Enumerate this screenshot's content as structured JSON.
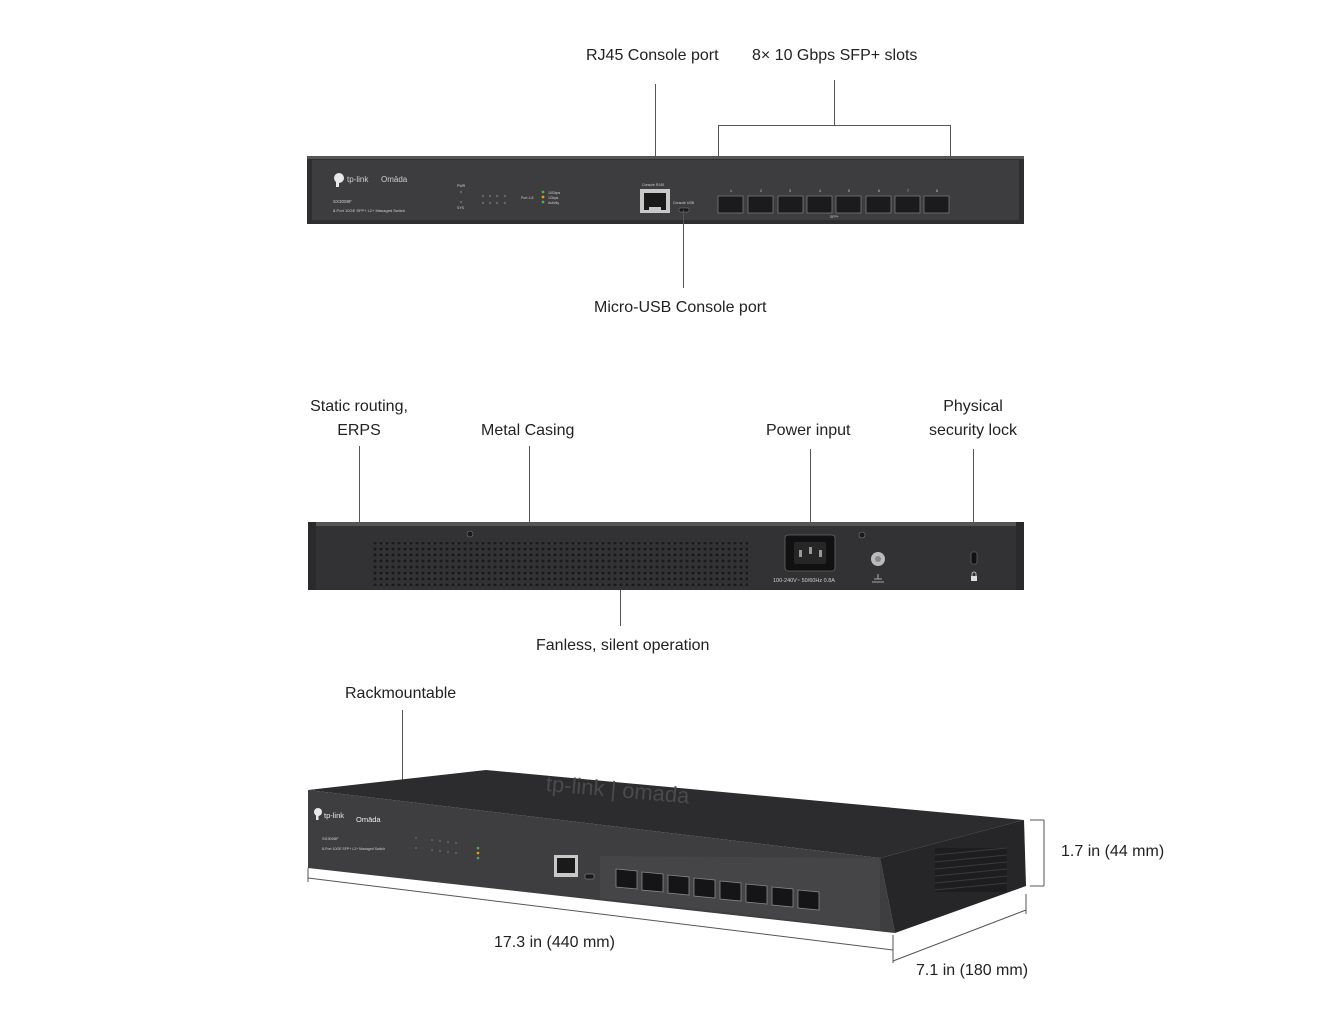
{
  "labels": {
    "rj45_console": "RJ45 Console port",
    "sfp_slots": "8× 10 Gbps SFP+ slots",
    "micro_usb": "Micro-USB Console port",
    "static_routing_line1": "Static routing,",
    "static_routing_line2": "ERPS",
    "metal_casing": "Metal Casing",
    "power_input": "Power input",
    "security_lock_line1": "Physical",
    "security_lock_line2": "security lock",
    "fanless": "Fanless, silent operation",
    "rackmountable": "Rackmountable",
    "height": "1.7 in (44 mm)",
    "width": "17.3 in (440 mm)",
    "depth": "7.1 in (180 mm)"
  },
  "device": {
    "brand": "tp-link",
    "sub_brand": "Omāda",
    "model": "SX3008F",
    "description": "8-Port 10GE SFP+ L2+ Managed Switch",
    "console_rj45": "Console RJ45",
    "console_usb": "Console USB",
    "sfp_label": "SFP+",
    "power_rating": "100-240V~ 50/60Hz 0.8A",
    "led_legend": [
      "10Gbps",
      "1Gbps",
      "Activity"
    ],
    "port_leds_label": "Port 1-8",
    "pwr_label": "PWR",
    "sys_label": "SYS",
    "port_numbers": [
      "1",
      "2",
      "3",
      "4",
      "5",
      "6",
      "7",
      "8"
    ],
    "top_logo": "tp-link | omada"
  },
  "colors": {
    "chassis": "#3b3b3d",
    "chassis_dark": "#2a2a2c",
    "port": "#1c1c1e",
    "led_green": "#4caf50",
    "led_orange": "#ff9800"
  }
}
